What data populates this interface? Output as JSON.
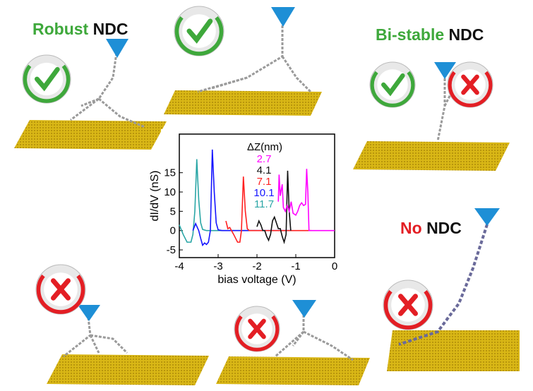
{
  "labels": {
    "robust": {
      "highlight": "Robust",
      "suffix": "NDC"
    },
    "bistable": {
      "highlight": "Bi-stable",
      "suffix": "NDC"
    },
    "none": {
      "highlight": "No",
      "suffix": "NDC"
    }
  },
  "colors": {
    "green": "#3ea83b",
    "red": "#e31e24",
    "gold": "#d4b012",
    "tip": "#1e8fd6"
  },
  "badges": [
    {
      "type": "check-icon"
    },
    {
      "type": "check-icon"
    },
    {
      "type": "check-icon"
    },
    {
      "type": "cross-icon"
    },
    {
      "type": "cross-icon"
    },
    {
      "type": "cross-icon"
    },
    {
      "type": "cross-icon"
    }
  ],
  "chart_data": {
    "type": "line",
    "xlabel": "bias voltage (V)",
    "ylabel": "dI/dV (nS)",
    "xlim": [
      -4,
      0
    ],
    "ylim": [
      -7,
      25
    ],
    "xticks": [
      -4,
      -3,
      -2,
      -1,
      0
    ],
    "yticks": [
      -5,
      0,
      5,
      10,
      15
    ],
    "legend_title": "ΔZ(nm)",
    "legend_placement": "top-center",
    "series": [
      {
        "name": "2.7",
        "color": "#ff00ff",
        "points": [
          [
            -1.45,
            7.5
          ],
          [
            -1.43,
            14.5
          ],
          [
            -1.4,
            9
          ],
          [
            -1.35,
            12
          ],
          [
            -1.32,
            6
          ],
          [
            -1.27,
            5
          ],
          [
            -1.22,
            6.5
          ],
          [
            -1.17,
            5
          ],
          [
            -1.12,
            7.5
          ],
          [
            -1.07,
            4.5
          ],
          [
            -1.0,
            4
          ],
          [
            -0.95,
            5
          ],
          [
            -0.9,
            6.5
          ],
          [
            -0.85,
            7.2
          ],
          [
            -0.8,
            6.5
          ],
          [
            -0.75,
            6.8
          ],
          [
            -0.72,
            16
          ],
          [
            -0.69,
            10
          ],
          [
            -0.66,
            0
          ],
          [
            0,
            0
          ]
        ]
      },
      {
        "name": "4.1",
        "color": "#111111",
        "points": [
          [
            -2,
            1
          ],
          [
            -1.95,
            2.5
          ],
          [
            -1.9,
            1.5
          ],
          [
            -1.85,
            0
          ],
          [
            -1.8,
            0
          ],
          [
            -1.75,
            -1.5
          ],
          [
            -1.7,
            -2.5
          ],
          [
            -1.65,
            -1
          ],
          [
            -1.6,
            2.5
          ],
          [
            -1.55,
            3.5
          ],
          [
            -1.5,
            2
          ],
          [
            -1.45,
            0.5
          ],
          [
            -1.4,
            0.5
          ],
          [
            -1.35,
            -1.5
          ],
          [
            -1.3,
            -3
          ],
          [
            -1.25,
            -1
          ],
          [
            -1.21,
            15.5
          ],
          [
            -1.17,
            5
          ],
          [
            -1.13,
            0
          ]
        ]
      },
      {
        "name": "7.1",
        "color": "#ff2020",
        "points": [
          [
            -2.8,
            2.5
          ],
          [
            -2.75,
            0.5
          ],
          [
            -2.7,
            0.8
          ],
          [
            -2.6,
            -1
          ],
          [
            -2.5,
            -3
          ],
          [
            -2.44,
            -3
          ],
          [
            -2.4,
            0
          ],
          [
            -2.35,
            14
          ],
          [
            -2.3,
            5
          ],
          [
            -2.25,
            0.5
          ],
          [
            -2.2,
            0
          ],
          [
            -0.6,
            0
          ]
        ]
      },
      {
        "name": "10.1",
        "color": "#1515ff",
        "points": [
          [
            -3.65,
            0
          ],
          [
            -3.58,
            1.8
          ],
          [
            -3.5,
            0
          ],
          [
            -3.45,
            -2
          ],
          [
            -3.4,
            -3.8
          ],
          [
            -3.35,
            -3.2
          ],
          [
            -3.3,
            -3.6
          ],
          [
            -3.25,
            -3
          ],
          [
            -3.2,
            0
          ],
          [
            -3.15,
            21
          ],
          [
            -3.1,
            10
          ],
          [
            -3.05,
            2
          ],
          [
            -3.0,
            0.2
          ],
          [
            -2.9,
            0
          ],
          [
            -1.1,
            0
          ]
        ]
      },
      {
        "name": "11.7",
        "color": "#2aa6a6",
        "points": [
          [
            -4,
            1.5
          ],
          [
            -3.9,
            -1
          ],
          [
            -3.8,
            -3
          ],
          [
            -3.7,
            -3
          ],
          [
            -3.65,
            -1
          ],
          [
            -3.6,
            5
          ],
          [
            -3.55,
            18.5
          ],
          [
            -3.5,
            8
          ],
          [
            -3.45,
            2
          ],
          [
            -3.4,
            0.3
          ],
          [
            -3.3,
            0
          ],
          [
            -2.0,
            0
          ]
        ]
      }
    ]
  }
}
